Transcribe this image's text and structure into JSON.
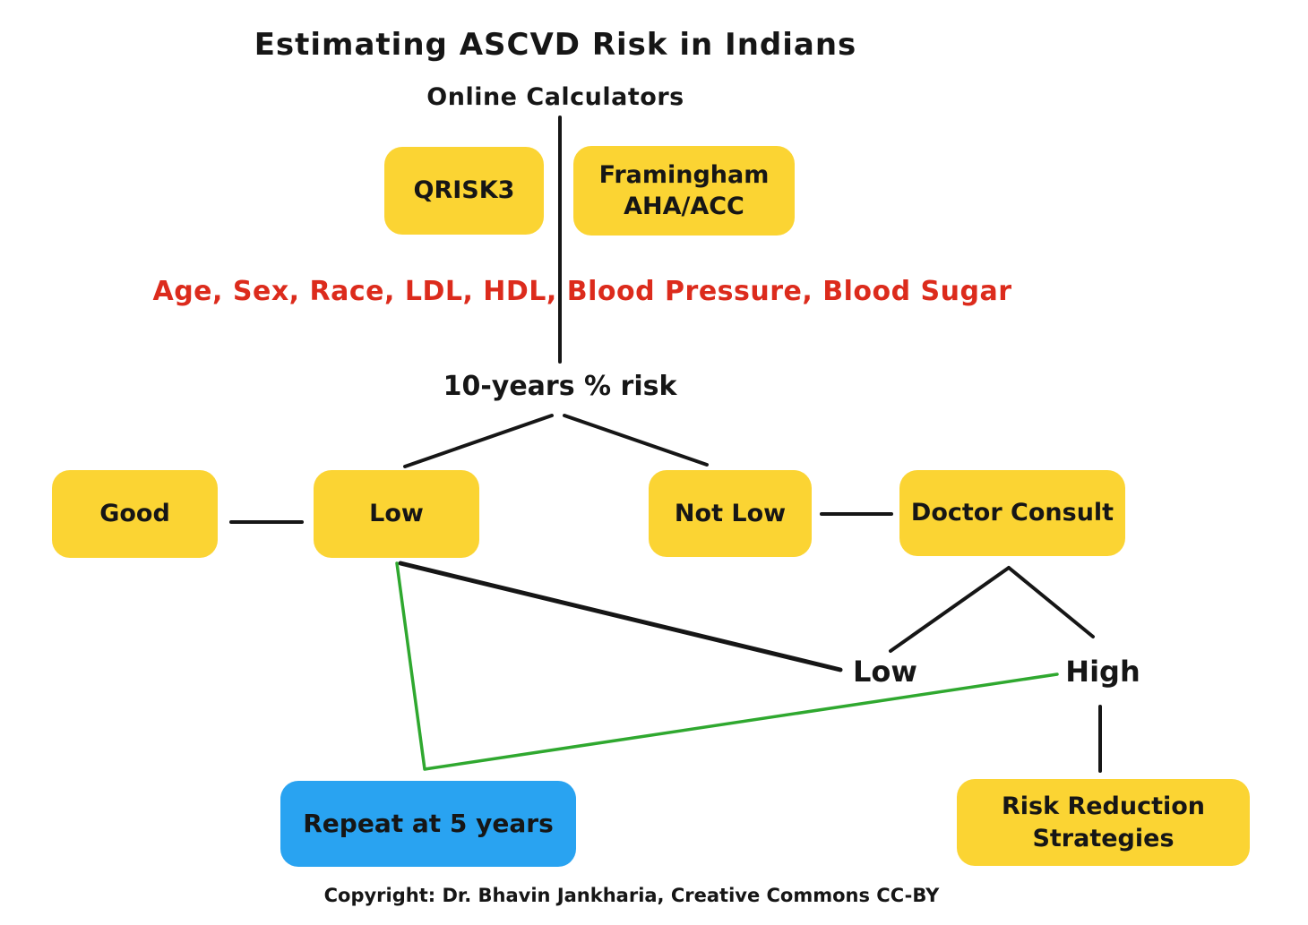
{
  "title": "Estimating ASCVD Risk in Indians",
  "subtitle": "Online Calculators",
  "risk_factors": "Age, Sex, Race, LDL, HDL, Blood Pressure, Blood Sugar",
  "ten_year_label": "10-years % risk",
  "nodes": {
    "qrisk3": "QRISK3",
    "framingham_line1": "Framingham",
    "framingham_line2": "AHA/ACC",
    "good": "Good",
    "low": "Low",
    "not_low": "Not Low",
    "doctor_consult": "Doctor Consult",
    "repeat": "Repeat at 5 years",
    "risk_reduction_line1": "Risk Reduction",
    "risk_reduction_line2": "Strategies"
  },
  "branch_labels": {
    "low": "Low",
    "high": "High"
  },
  "footer": "Copyright: Dr. Bhavin Jankharia, Creative Commons CC-BY",
  "colors": {
    "node_yellow": "#FBD433",
    "node_blue": "#29A3F1",
    "line_green": "#2FA82F",
    "line_black": "#161616",
    "text_red": "#DC2B1C",
    "background": "#FFFFFF"
  }
}
